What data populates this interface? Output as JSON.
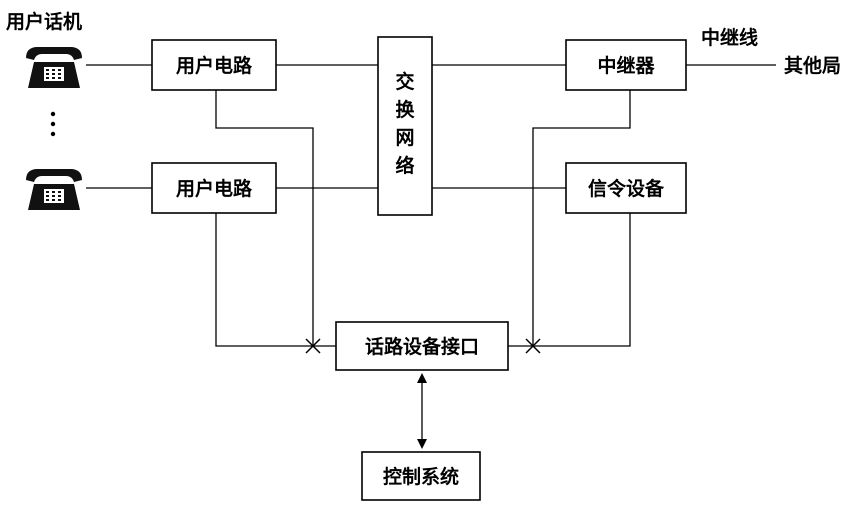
{
  "labels": {
    "phone_caption": "用户话机",
    "trunk_line": "中继线",
    "other_office": "其他局",
    "vertical_dots": "⋮"
  },
  "boxes": {
    "user_circuit_top": "用户电路",
    "user_circuit_bottom": "用户电路",
    "switching_network": [
      "交",
      "换",
      "网",
      "络"
    ],
    "repeater": "中继器",
    "signaling_equipment": "信令设备",
    "voice_interface": "话路设备接口",
    "control_system": "控制系统"
  },
  "icons": {
    "telephone_top": "telephone-icon",
    "telephone_bottom": "telephone-icon"
  },
  "colors": {
    "line": "#000000",
    "background": "#ffffff"
  }
}
